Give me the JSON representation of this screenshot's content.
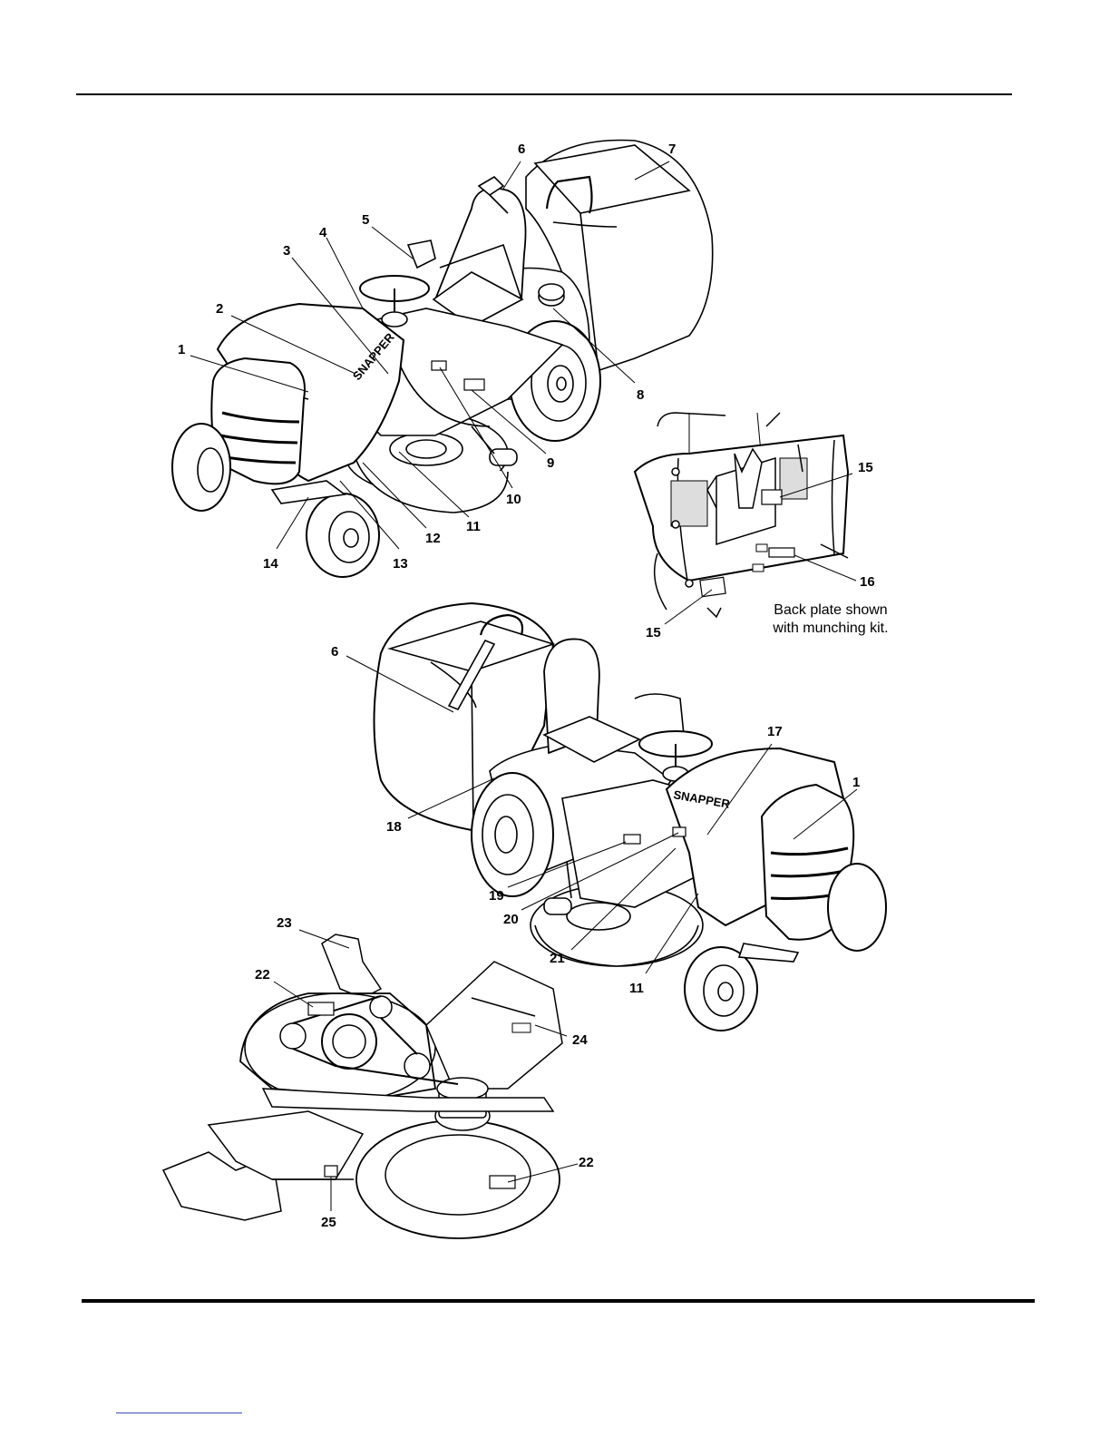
{
  "callouts": {
    "c1": "1",
    "c2": "2",
    "c3": "3",
    "c4": "4",
    "c5": "5",
    "c6": "6",
    "c7": "7",
    "c8": "8",
    "c9": "9",
    "c10": "10",
    "c11": "11",
    "c12": "12",
    "c13": "13",
    "c14": "14",
    "c15a": "15",
    "c15b": "15",
    "c16": "16",
    "c6b": "6",
    "c17": "17",
    "c1b": "1",
    "c18": "18",
    "c19": "19",
    "c20": "20",
    "c21": "21",
    "c11b": "11",
    "c23": "23",
    "c22a": "22",
    "c24": "24",
    "c22b": "22",
    "c25": "25"
  },
  "hood_brand": "SNAPPER",
  "hood_brand_b": "SNAPPER",
  "backplate_note_line1": "Back plate shown",
  "backplate_note_line2": "with munching kit."
}
